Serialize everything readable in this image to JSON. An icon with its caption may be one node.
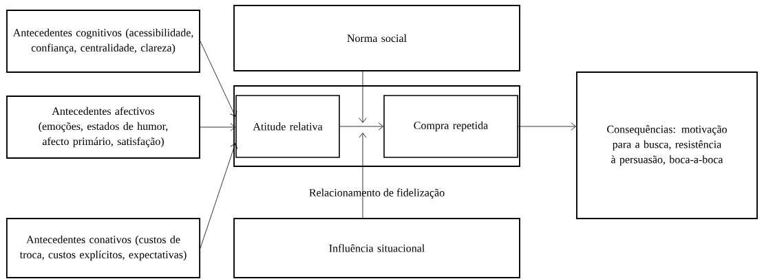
{
  "diagram": {
    "nodes": [
      {
        "text": [
          "Antecedentes cognitivos (acessibilidade, confiança, centralidade, clareza)"
        ]
      },
      {
        "text": [
          "Antecedentes afectivos (emoções, estados de humor, afecto primário, satisfação)"
        ]
      },
      {
        "text": [
          "Antecedentes conativos (custos de troca, custos explícitos, expectativas)"
        ]
      },
      {
        "text": [
          "Norma social"
        ]
      },
      {
        "text": [
          "Relacionamento de fidelização"
        ]
      },
      {
        "text": [
          "Atitude relativa"
        ],
        "in": 4
      },
      {
        "text": [
          "Compra repetida"
        ],
        "in": 4
      },
      {
        "text": [
          "Influência situacional"
        ]
      },
      {
        "text": [
          "Consequências: motivação para a busca, resistência à persuasão, boca-a-boca"
        ]
      }
    ],
    "edges": [
      {
        "from": 0,
        "to": 5,
        "arrow": "to"
      },
      {
        "from": 1,
        "to": 5,
        "arrow": "to"
      },
      {
        "from": 2,
        "to": 5,
        "arrow": "to"
      },
      {
        "from": 5,
        "to": 6,
        "arrow": "to"
      },
      {
        "from": 3,
        "to": null,
        "arrow": "to"
      },
      {
        "from": 7,
        "to": null,
        "arrow": "to"
      },
      {
        "from": 6,
        "to": 8,
        "arrow": "to"
      }
    ]
  }
}
